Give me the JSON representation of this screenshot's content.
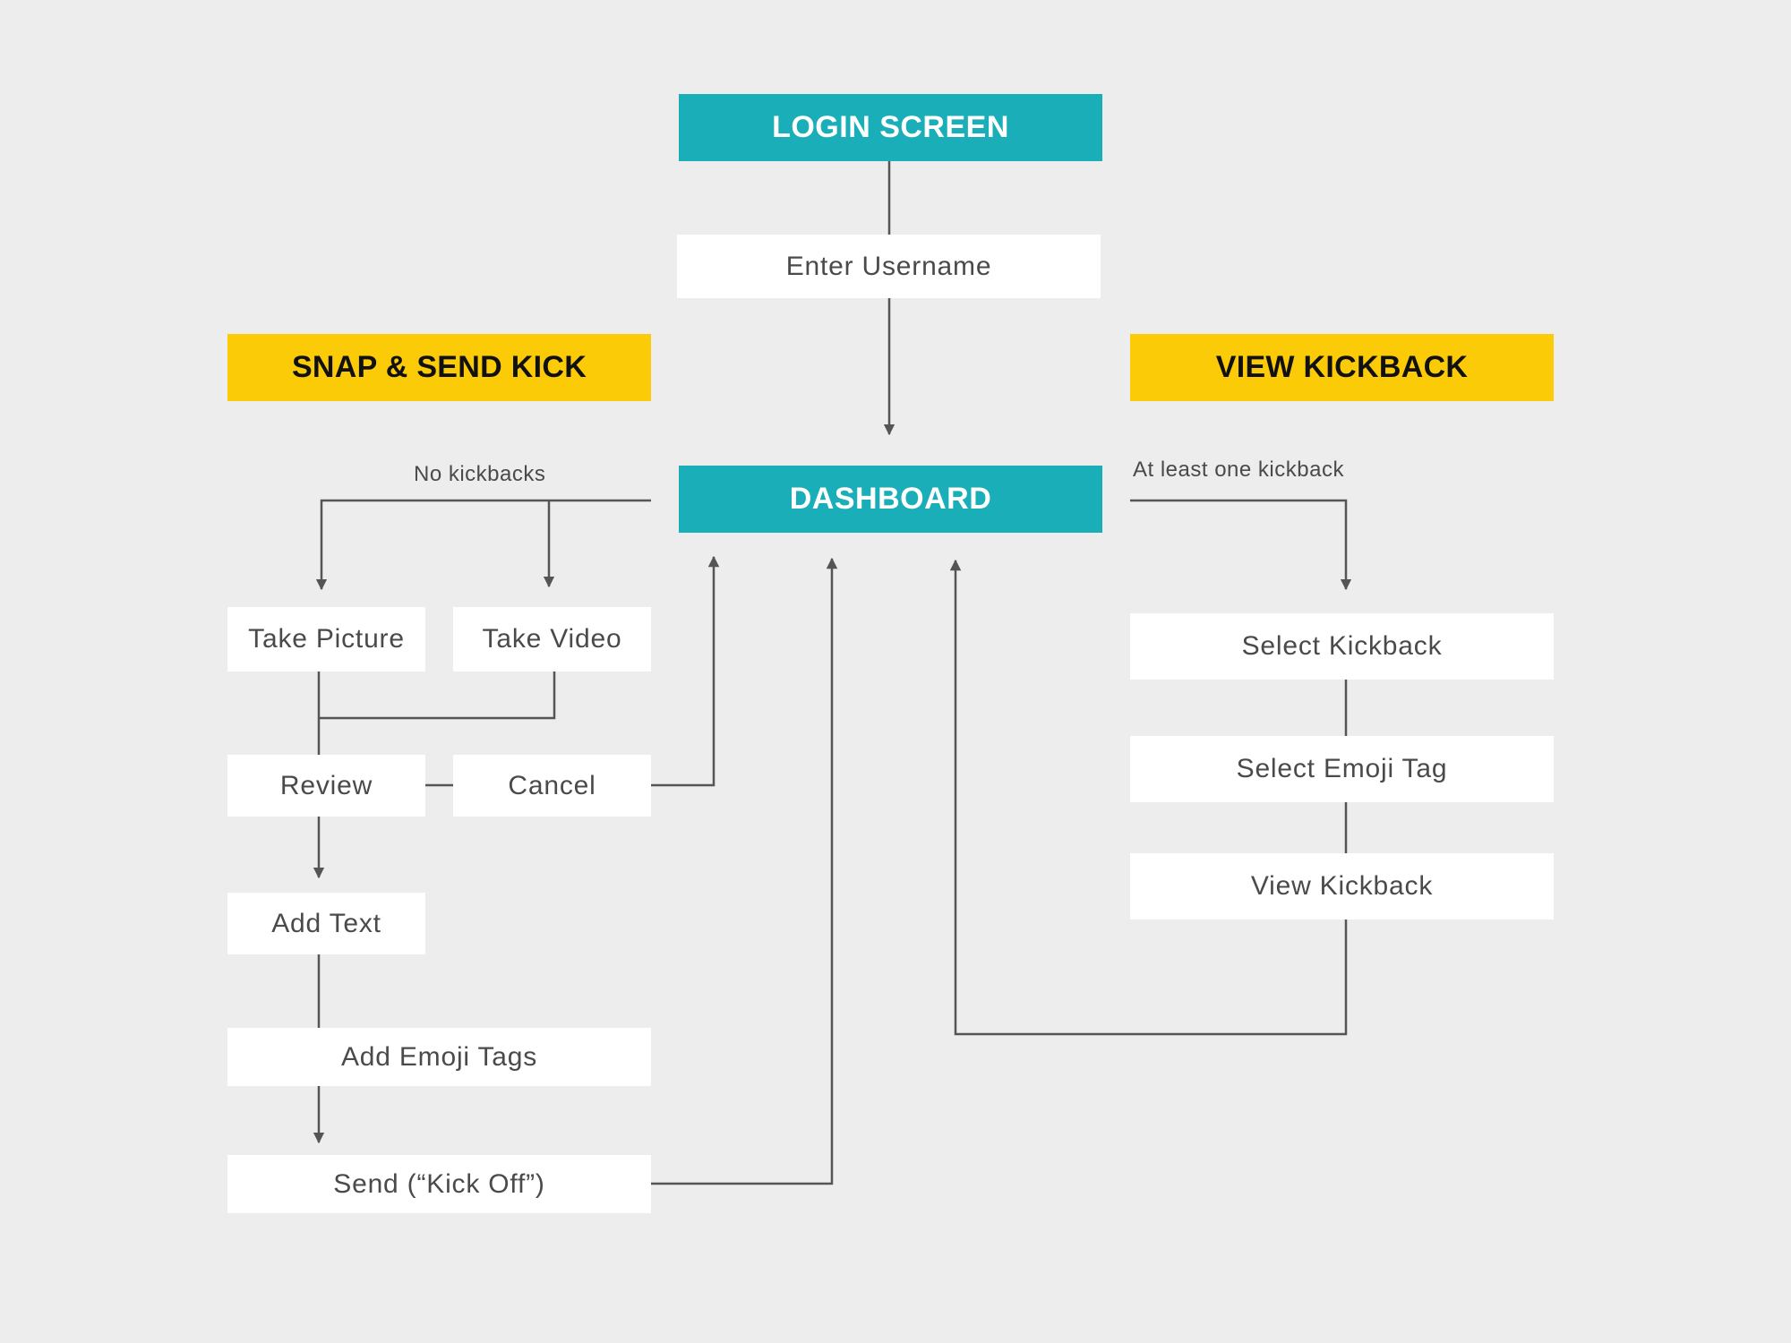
{
  "colors": {
    "background": "#EDEDED",
    "primary_node": "#19AEB8",
    "section_header": "#FCCB08",
    "step_node": "#FFFFFF",
    "connector": "#555555",
    "step_text": "#4A4A4A"
  },
  "nodes": {
    "login": "LOGIN SCREEN",
    "enter_username": "Enter Username",
    "dashboard": "DASHBOARD",
    "snap_section": "SNAP & SEND KICK",
    "view_section": "VIEW KICKBACK",
    "take_picture": "Take Picture",
    "take_video": "Take Video",
    "review": "Review",
    "cancel": "Cancel",
    "add_text": "Add Text",
    "add_emoji_tags": "Add Emoji Tags",
    "send": "Send (“Kick Off”)",
    "select_kickback": "Select Kickback",
    "select_emoji_tag": "Select Emoji Tag",
    "view_kickback": "View Kickback"
  },
  "conditions": {
    "no_kickbacks": "No kickbacks",
    "at_least_one": "At least one kickback"
  }
}
